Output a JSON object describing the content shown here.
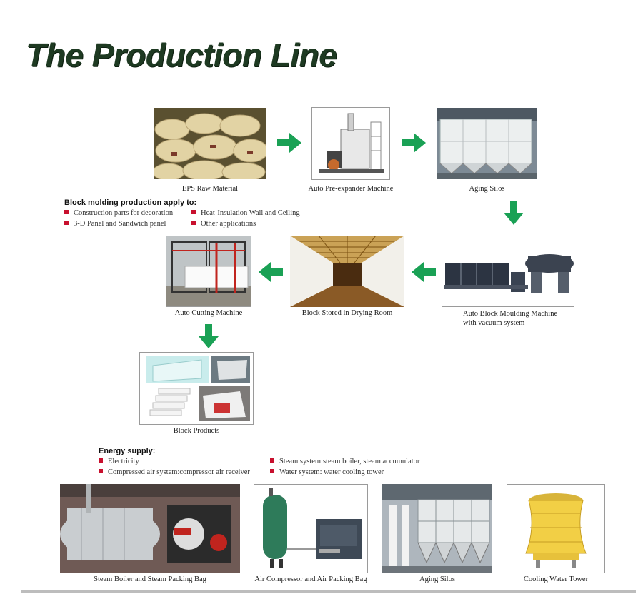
{
  "title": "The Production Line",
  "flow": {
    "eps": "EPS Raw Material",
    "pre_expander": "Auto Pre-expander Machine",
    "aging_silos": "Aging Silos",
    "moulding": "Auto Block Moulding Machine with vacuum system",
    "drying": "Block Stored in Drying Room",
    "cutting": "Auto Cutting Machine",
    "products": "Block Products"
  },
  "block_apply": {
    "heading": "Block molding production apply to:",
    "items": [
      "Construction parts for decoration",
      "Heat-Insulation Wall and Ceiling",
      "3-D Panel and Sandwich panel",
      "Other applications"
    ]
  },
  "energy": {
    "heading": "Energy supply:",
    "items": [
      "Electricity",
      "Steam system:steam boiler, steam accumulator",
      "Compressed air system:compressor air receiver",
      "Water system: water cooling tower"
    ]
  },
  "bottom": {
    "boiler": "Steam Boiler and Steam Packing Bag",
    "compressor": "Air Compressor and Air Packing Bag",
    "silos": "Aging Silos",
    "tower": "Cooling Water Tower"
  },
  "colors": {
    "title": "#1e3a22",
    "arrow": "#1aa155",
    "bullet": "#c8102e"
  }
}
